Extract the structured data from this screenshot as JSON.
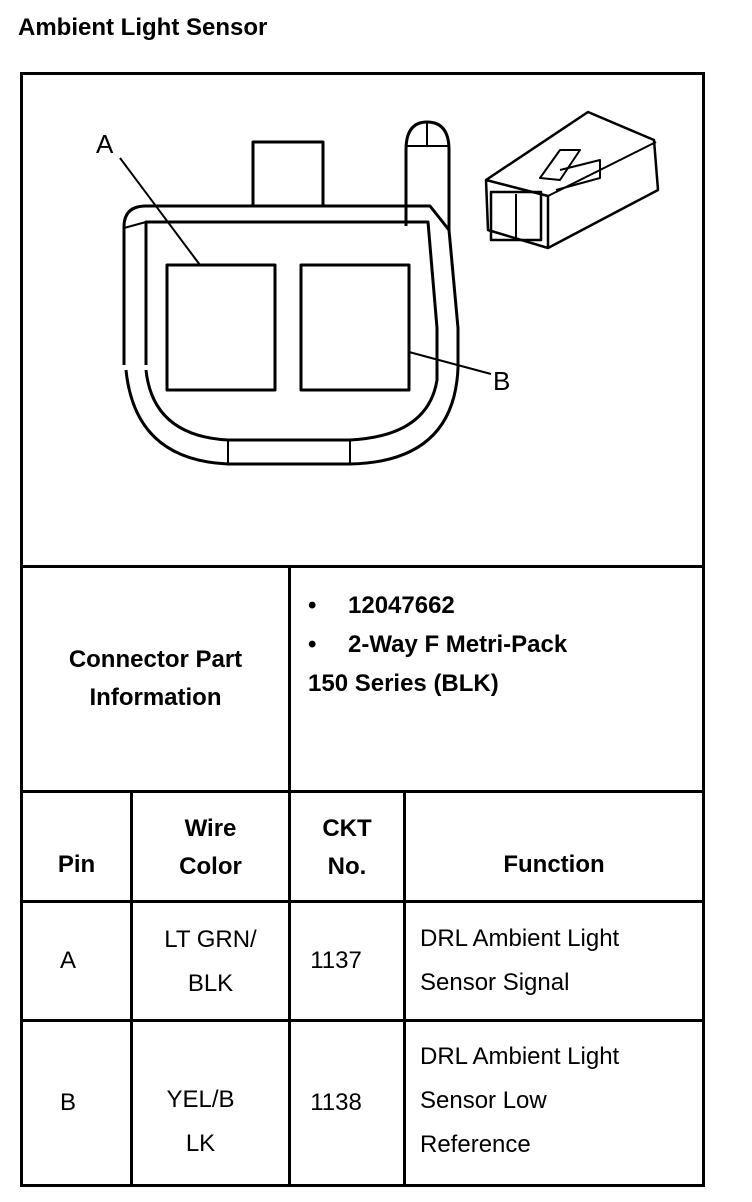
{
  "page": {
    "title": "Ambient Light Sensor"
  },
  "diagram": {
    "label_a": "A",
    "label_b": "B"
  },
  "connector": {
    "label_line1": "Connector Part",
    "label_line2": "Information",
    "bullet_symbol": "•",
    "part_number": "12047662",
    "type_line1": "2-Way F Metri-Pack",
    "type_line2": "150 Series (BLK)"
  },
  "table": {
    "headers": {
      "pin": "Pin",
      "wire_color_line1": "Wire",
      "wire_color_line2": "Color",
      "ckt_line1": "CKT",
      "ckt_line2": "No.",
      "function": "Function"
    },
    "rows": [
      {
        "pin": "A",
        "wire_line1": "LT GRN/",
        "wire_line2": "BLK",
        "ckt": "1137",
        "function_lines": [
          "DRL Ambient Light",
          "Sensor Signal"
        ]
      },
      {
        "pin": "B",
        "wire_line1": "YEL/B",
        "wire_line2": "LK",
        "ckt": "1138",
        "function_lines": [
          "DRL Ambient Light",
          "Sensor Low",
          "Reference"
        ]
      }
    ]
  }
}
